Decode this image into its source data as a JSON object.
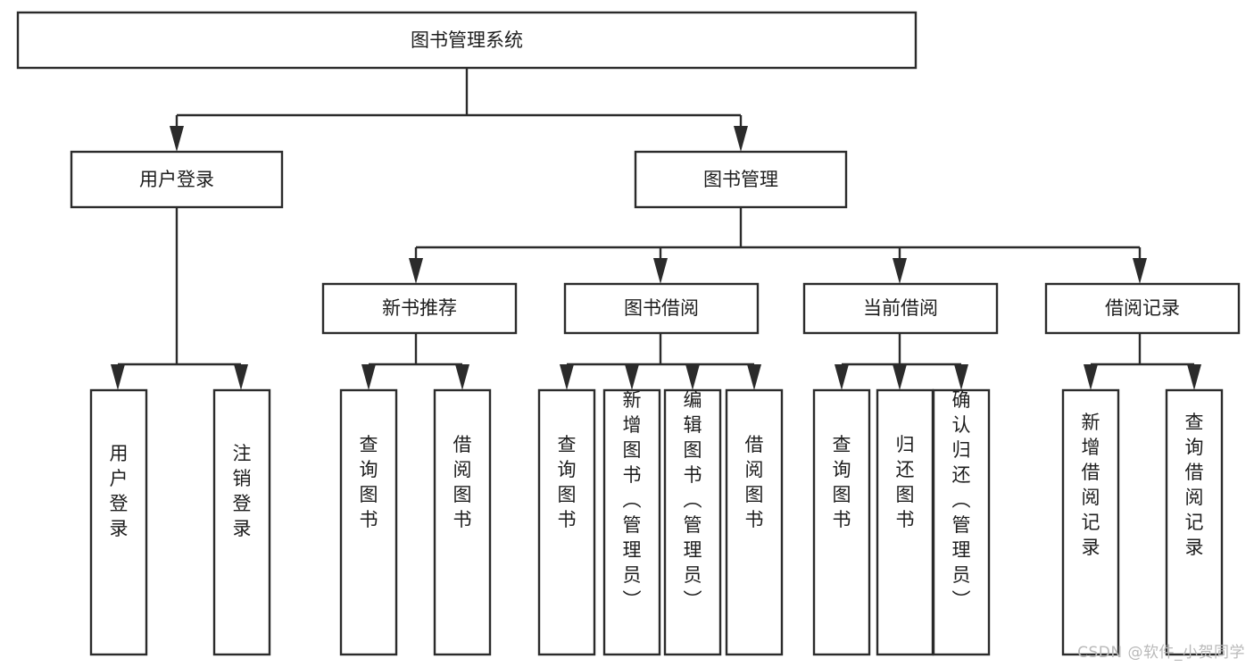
{
  "diagram": {
    "type": "hierarchy-tree",
    "title": "图书管理系统",
    "colors": {
      "box_stroke": "#2b2b2b",
      "box_fill": "#ffffff",
      "connector": "#2b2b2b",
      "text": "#1d1d1d",
      "background": "#ffffff",
      "watermark": "#b9b9b9"
    },
    "root": {
      "label": "图书管理系统"
    },
    "level2": [
      {
        "label": "用户登录"
      },
      {
        "label": "图书管理"
      }
    ],
    "level3": [
      {
        "label": "新书推荐"
      },
      {
        "label": "图书借阅"
      },
      {
        "label": "当前借阅"
      },
      {
        "label": "借阅记录"
      }
    ],
    "leaves_user_login": [
      {
        "label": "用户登录"
      },
      {
        "label": "注销登录"
      }
    ],
    "leaves_new_book": [
      {
        "label": "查询图书"
      },
      {
        "label": "借阅图书"
      }
    ],
    "leaves_book_borrow": [
      {
        "label": "查询图书"
      },
      {
        "label": "新增图书（管理员）"
      },
      {
        "label": "编辑图书（管理员）"
      },
      {
        "label": "借阅图书"
      }
    ],
    "leaves_current_borrow": [
      {
        "label": "查询图书"
      },
      {
        "label": "归还图书"
      },
      {
        "label": "确认归还（管理员）"
      }
    ],
    "leaves_borrow_records": [
      {
        "label": "新增借阅记录"
      },
      {
        "label": "查询借阅记录"
      }
    ]
  },
  "watermark": {
    "text": "CSDN @软件_小贺同学"
  }
}
